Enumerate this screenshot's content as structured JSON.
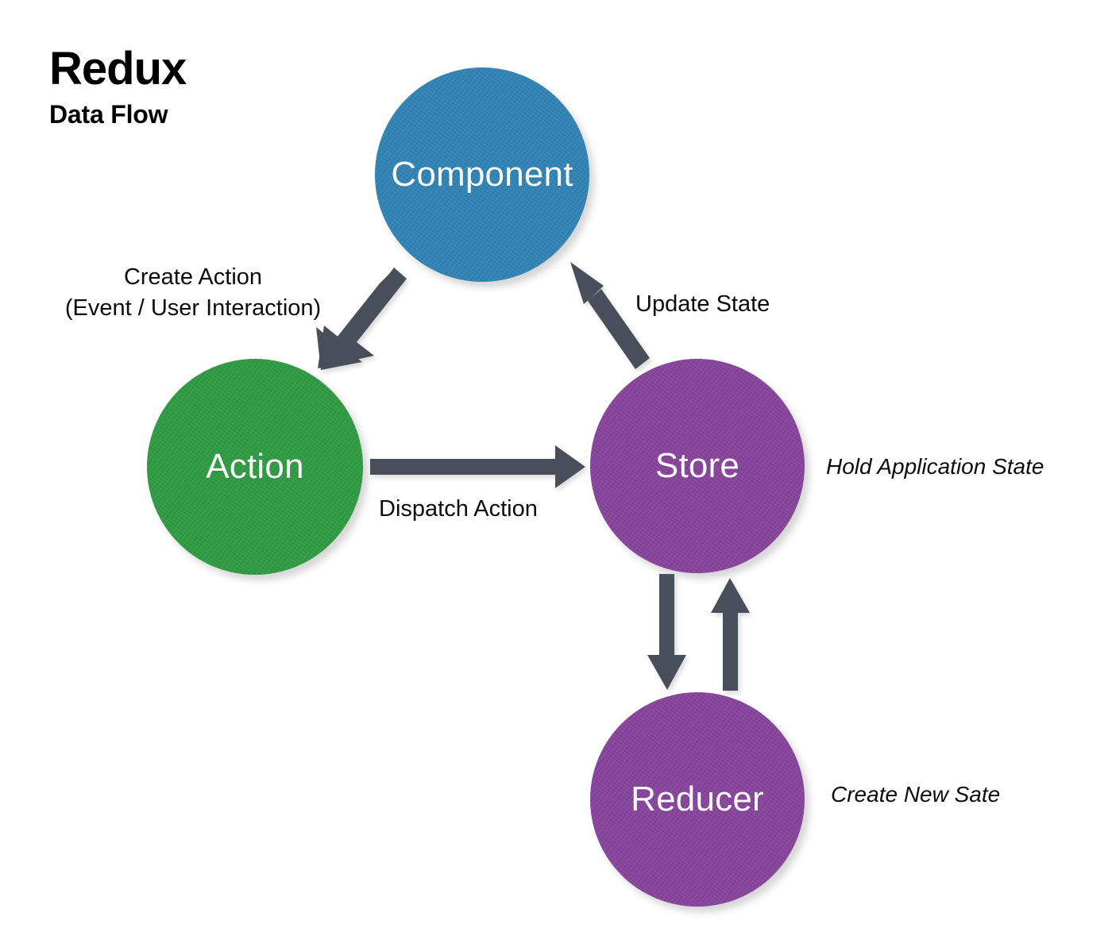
{
  "title": {
    "main": "Redux",
    "sub": "Data Flow"
  },
  "colors": {
    "component": "#2E82B4",
    "action": "#2D9A40",
    "store": "#86429B",
    "reducer": "#86429B",
    "arrow": "#4A505A",
    "text": "#0d0d0d",
    "node_text": "#ffffff",
    "background": "#ffffff"
  },
  "nodes": [
    {
      "id": "component",
      "label": "Component",
      "color": "#2E82B4"
    },
    {
      "id": "action",
      "label": "Action",
      "color": "#2D9A40"
    },
    {
      "id": "store",
      "label": "Store",
      "color": "#86429B"
    },
    {
      "id": "reducer",
      "label": "Reducer",
      "color": "#86429B"
    }
  ],
  "edges": [
    {
      "id": "component-to-action",
      "from": "component",
      "to": "action",
      "label_line1": "Create Action",
      "label_line2": "(Event / User Interaction)",
      "direction": "down-left"
    },
    {
      "id": "action-to-store",
      "from": "action",
      "to": "store",
      "label": "Dispatch Action",
      "direction": "right"
    },
    {
      "id": "store-to-component",
      "from": "store",
      "to": "component",
      "label": "Update State",
      "direction": "up-left"
    },
    {
      "id": "store-to-reducer",
      "from": "store",
      "to": "reducer",
      "label": "",
      "direction": "down"
    },
    {
      "id": "reducer-to-store",
      "from": "reducer",
      "to": "store",
      "label": "",
      "direction": "up"
    }
  ],
  "notes": [
    {
      "id": "store-note",
      "target": "store",
      "text": "Hold Application State"
    },
    {
      "id": "reducer-note",
      "target": "reducer",
      "text": "Create New Sate"
    }
  ]
}
